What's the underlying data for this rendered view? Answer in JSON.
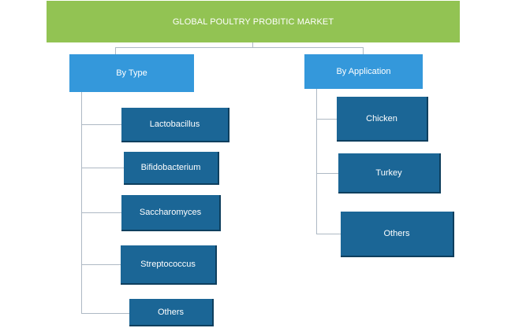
{
  "title": "GLOBAL POULTRY PROBITIC MARKET",
  "branches": [
    {
      "label": "By Type",
      "items": [
        "Lactobacillus",
        "Bifidobacterium",
        "Saccharomyces",
        "Streptococcus",
        "Others"
      ]
    },
    {
      "label": "By Application",
      "items": [
        "Chicken",
        "Turkey",
        "Others"
      ]
    }
  ],
  "colors": {
    "root": "#92c353",
    "category": "#3498db",
    "leaf": "#1b6696",
    "connector": "#aeb9c4"
  }
}
